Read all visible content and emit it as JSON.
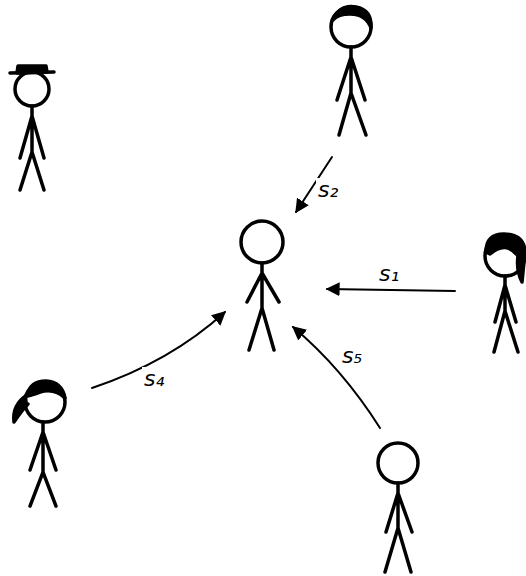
{
  "diagram": {
    "labels": [
      "s₂",
      "s₁",
      "s₅",
      "s₄"
    ]
  }
}
